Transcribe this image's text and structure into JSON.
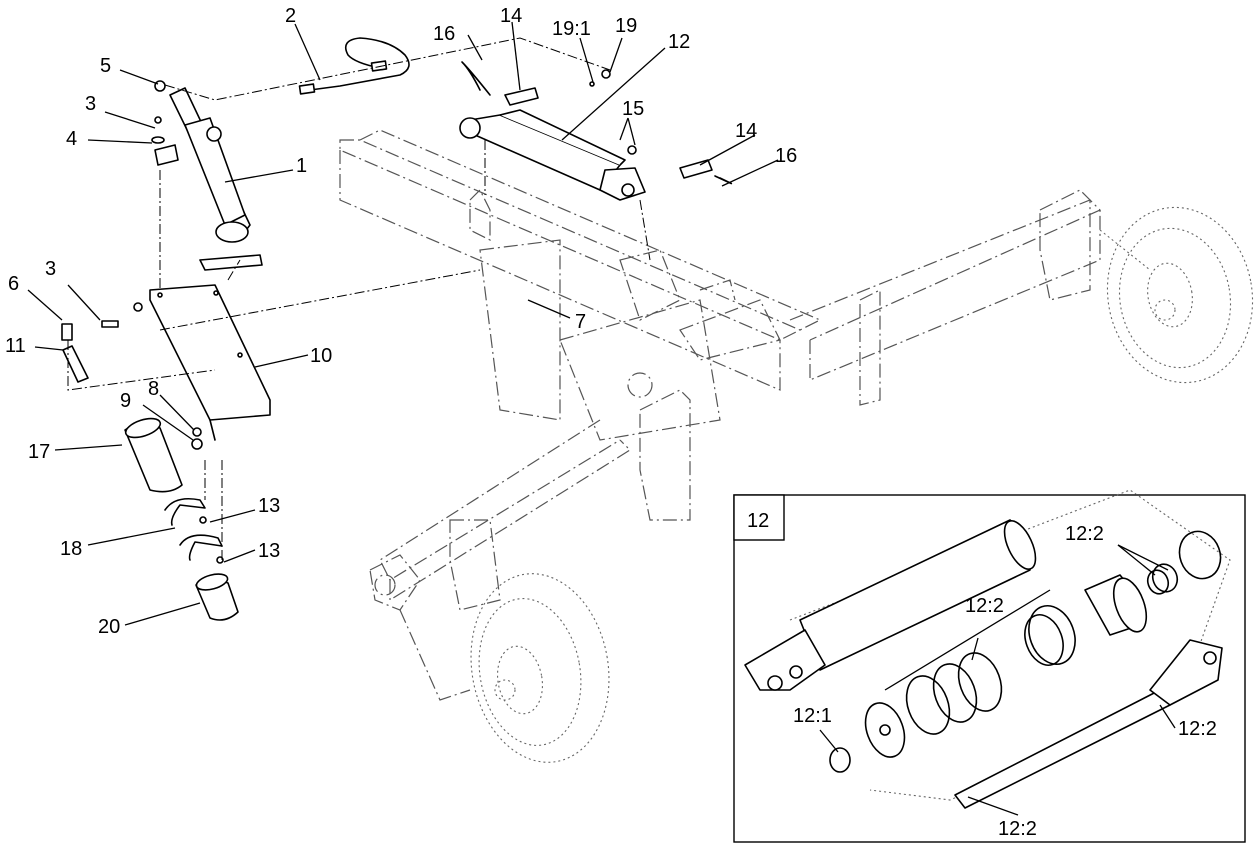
{
  "callouts": {
    "c1": "1",
    "c2": "2",
    "c3a": "3",
    "c3b": "3",
    "c4": "4",
    "c5": "5",
    "c6": "6",
    "c7": "7",
    "c8": "8",
    "c9": "9",
    "c10": "10",
    "c11": "11",
    "c12": "12",
    "c13a": "13",
    "c13b": "13",
    "c14a": "14",
    "c14b": "14",
    "c15": "15",
    "c16a": "16",
    "c16b": "16",
    "c17": "17",
    "c18": "18",
    "c19": "19",
    "c19_1": "19:1",
    "c20": "20"
  },
  "inset": {
    "title": "12",
    "labels": {
      "a": "12:2",
      "b": "12:2",
      "c": "12:1",
      "d": "12:2",
      "e": "12:2"
    }
  }
}
